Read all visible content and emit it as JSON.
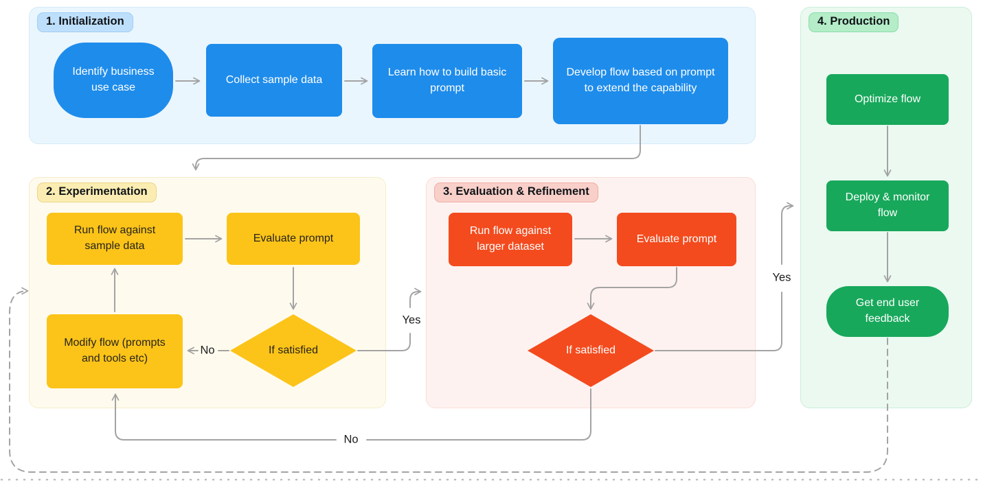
{
  "diagram": {
    "sections": {
      "initialization": {
        "label": "1. Initialization",
        "nodes": {
          "identify": "Identify business use case",
          "collect": "Collect sample data",
          "learn": "Learn how to build basic prompt",
          "develop": "Develop flow based on prompt to extend the capability"
        }
      },
      "experimentation": {
        "label": "2. Experimentation",
        "nodes": {
          "run": "Run flow against sample data",
          "evaluate": "Evaluate prompt",
          "modify": "Modify flow (prompts and tools etc)",
          "decision": "If satisfied"
        }
      },
      "evaluation": {
        "label": "3. Evaluation & Refinement",
        "nodes": {
          "run": "Run flow against larger dataset",
          "evaluate": "Evaluate prompt",
          "decision": "If satisfied"
        }
      },
      "production": {
        "label": "4. Production",
        "nodes": {
          "optimize": "Optimize flow",
          "deploy": "Deploy & monitor flow",
          "feedback": "Get end user feedback"
        }
      }
    },
    "edge_labels": {
      "experimentation_no": "No",
      "experimentation_yes": "Yes",
      "evaluation_no": "No",
      "evaluation_yes": "Yes"
    },
    "colors": {
      "initialization_node": "#1E8CEB",
      "initialization_panel": "#EAF6FD",
      "initialization_badge": "#BEDFFB",
      "experimentation_node": "#FCC419",
      "experimentation_panel": "#FEFBEE",
      "experimentation_badge": "#FBEDB2",
      "evaluation_node": "#F34B1E",
      "evaluation_panel": "#FDF2F0",
      "evaluation_badge": "#F9CFC9",
      "production_node": "#18A85B",
      "production_panel": "#EBF9F1",
      "production_badge": "#B4EDC8",
      "connector": "#A3A3A3"
    }
  }
}
